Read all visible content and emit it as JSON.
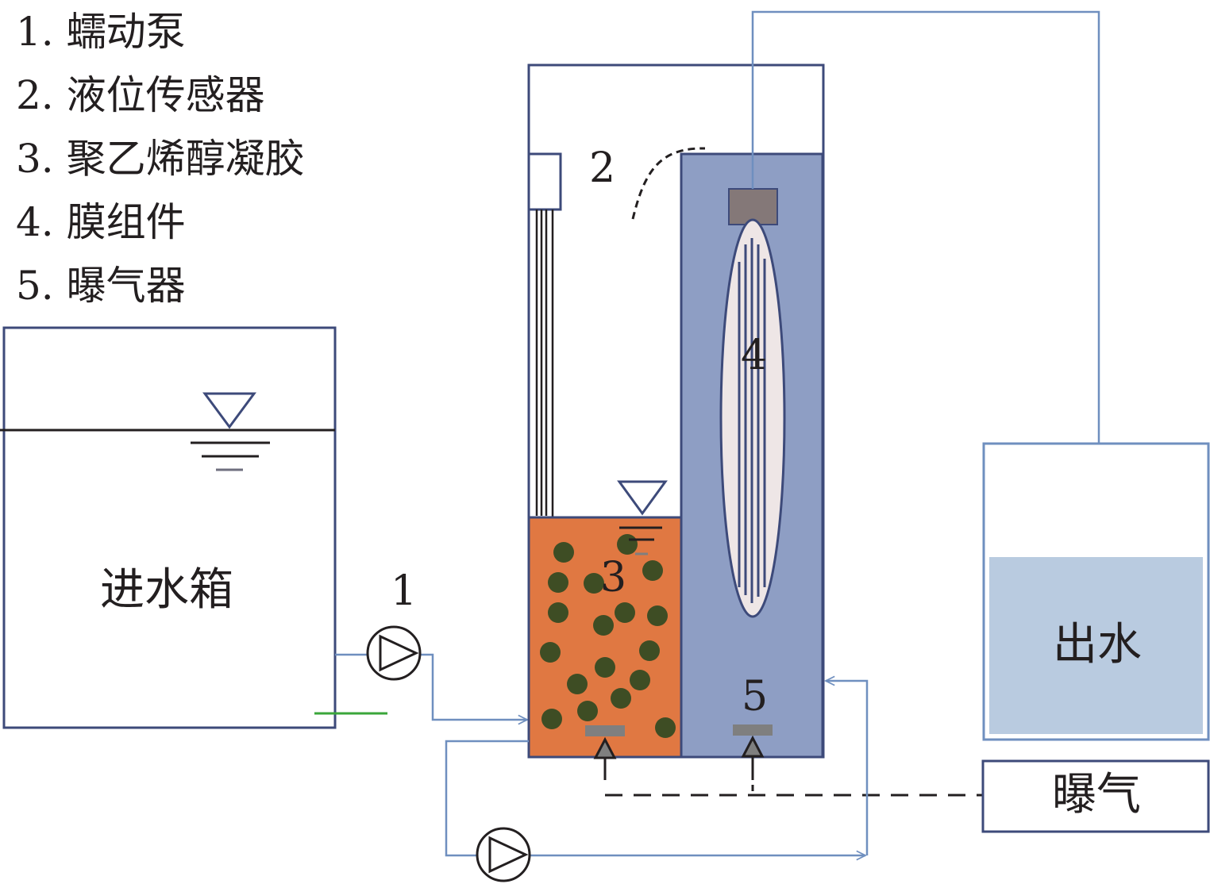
{
  "legend": {
    "items": [
      "1. 蠕动泵",
      "2. 液位传感器",
      "3. 聚乙烯醇凝胶",
      "4. 膜组件",
      "5. 曝气器"
    ]
  },
  "labels": {
    "inlet_tank": "进水箱",
    "outlet": "出水",
    "aeration": "曝气",
    "pump_number": "1",
    "sensor_number": "2",
    "gel_number": "3",
    "membrane_number": "4",
    "aerator_number": "5"
  },
  "colors": {
    "outline": "#3d4a7a",
    "pipe": "#6f8fbf",
    "gel_zone": "#e07842",
    "gel_bead": "#3e4d24",
    "membrane_zone": "#8e9ec4",
    "membrane_module": "#eee6e6",
    "header_block": "#847878",
    "aerator_bar": "#7f7f7f",
    "outlet_water": "#b9cbe0",
    "green_line": "#3aa63a"
  },
  "icons": [
    "peristaltic-pump-icon",
    "water-level-triangle-icon",
    "flow-arrow-icon"
  ]
}
